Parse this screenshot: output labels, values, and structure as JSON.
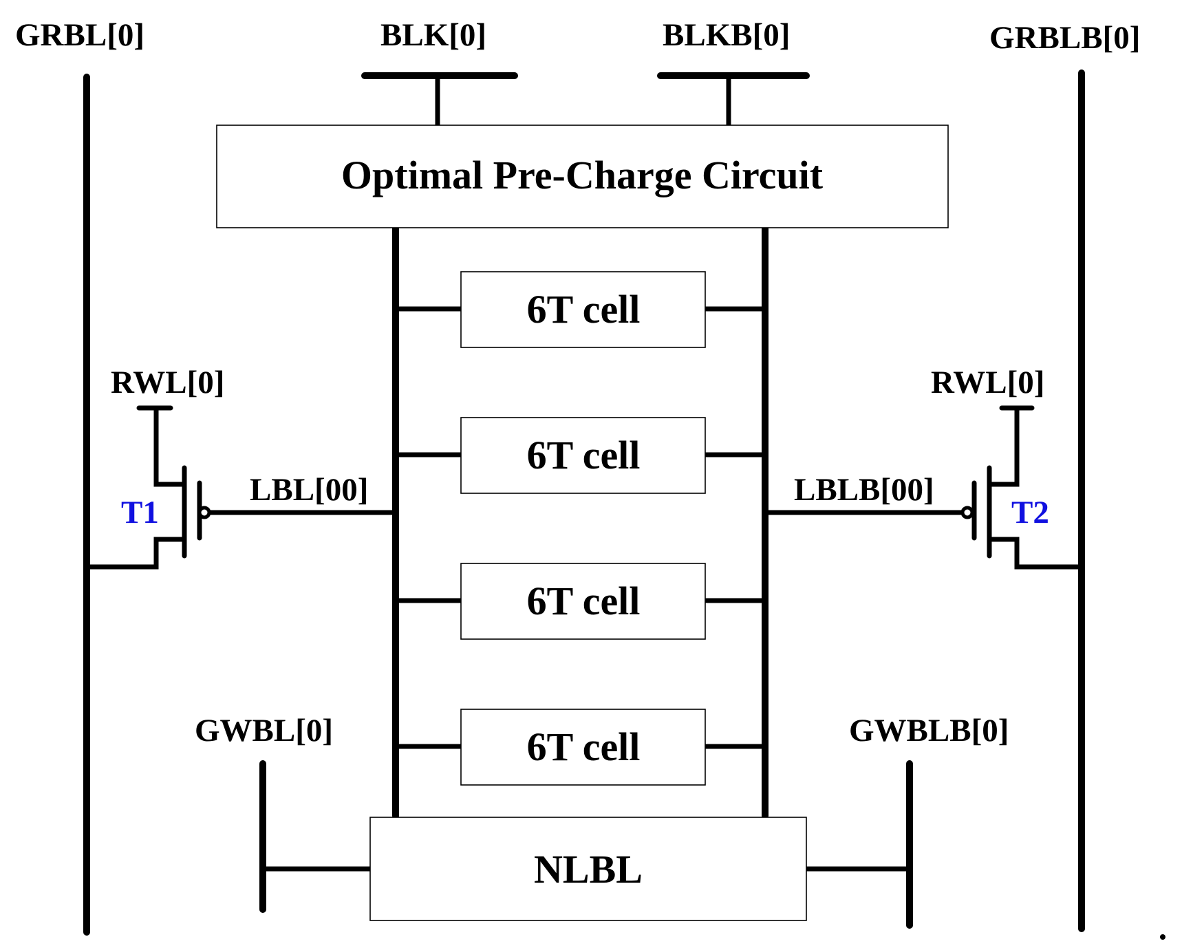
{
  "signals": {
    "grbl": "GRBL[0]",
    "blk": "BLK[0]",
    "blkb": "BLKB[0]",
    "grblb": "GRBLB[0]",
    "rwl_left": "RWL[0]",
    "rwl_right": "RWL[0]",
    "lbl": "LBL[00]",
    "lblb": "LBLB[00]",
    "gwbl": "GWBL[0]",
    "gwblb": "GWBLB[0]"
  },
  "transistors": {
    "t1": "T1",
    "t2": "T2",
    "color": "#1010e0"
  },
  "blocks": {
    "precharge": "Optimal Pre-Charge Circuit",
    "cells": [
      "6T cell",
      "6T cell",
      "6T cell",
      "6T cell"
    ],
    "nlbl": "NLBL"
  }
}
